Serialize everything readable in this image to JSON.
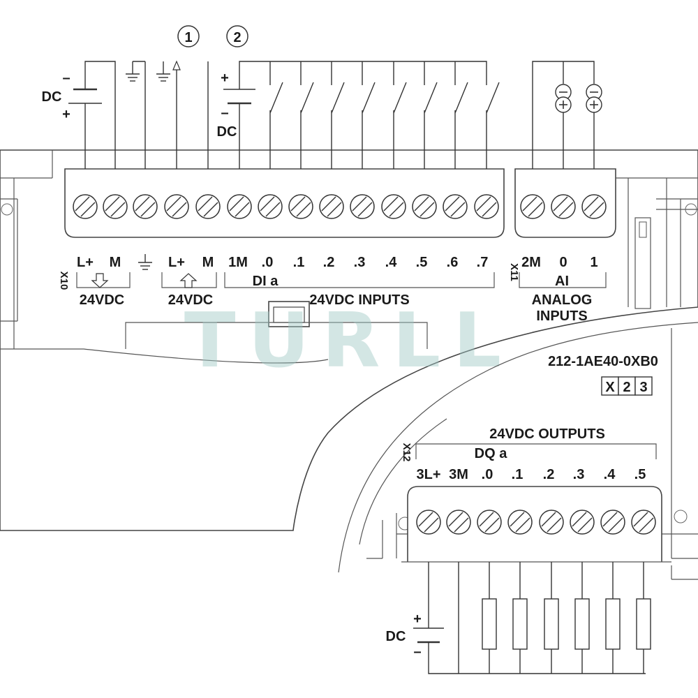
{
  "callouts": [
    "1",
    "2"
  ],
  "dc_label": "DC",
  "plus": "+",
  "minus": "–",
  "connector_x10": "X10",
  "connector_x11": "X11",
  "connector_x12": "X12",
  "power_terminals": {
    "in_lplus": "L+",
    "in_m": "M",
    "out_lplus": "L+",
    "out_m": "M",
    "in_group": "24VDC",
    "out_group": "24VDC"
  },
  "digital_inputs": {
    "common": "1M",
    "channels": [
      ".0",
      ".1",
      ".2",
      ".3",
      ".4",
      ".5",
      ".6",
      ".7"
    ],
    "group_name": "DI a",
    "section_title": "24VDC INPUTS"
  },
  "analog_inputs": {
    "common": "2M",
    "channels": [
      "0",
      "1"
    ],
    "group_name": "AI",
    "section_title_line1": "ANALOG",
    "section_title_line2": "INPUTS"
  },
  "part_number": "212-1AE40-0XB0",
  "version_boxes": [
    "X",
    "2",
    "3"
  ],
  "digital_outputs": {
    "section_title": "24VDC OUTPUTS",
    "group_name": "DQ a",
    "supply": [
      "3L+",
      "3M"
    ],
    "channels": [
      ".0",
      ".1",
      ".2",
      ".3",
      ".4",
      ".5"
    ]
  },
  "watermark": "TURLL"
}
